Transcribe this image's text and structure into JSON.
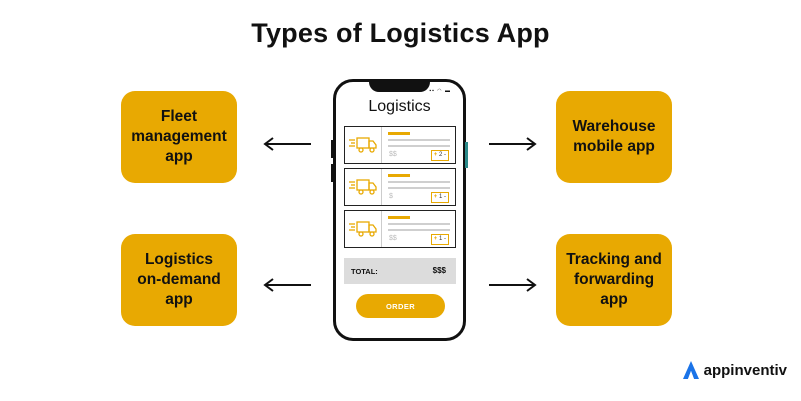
{
  "title": "Types of Logistics App",
  "boxes": {
    "fleet": "Fleet\nmanagement\napp",
    "ondemand": "Logistics\non-demand\napp",
    "warehouse": "Warehouse\nmobile app",
    "tracking": "Tracking and\nforwarding\napp"
  },
  "phone": {
    "screen_title": "Logistics",
    "items": [
      {
        "price": "$$",
        "qty_plus": "+",
        "qty": "2",
        "qty_minus": "-"
      },
      {
        "price": "$",
        "qty_plus": "+",
        "qty": "1",
        "qty_minus": "-"
      },
      {
        "price": "$$",
        "qty_plus": "+",
        "qty": "1",
        "qty_minus": "-"
      }
    ],
    "total_label": "TOTAL:",
    "total_value": "$$$",
    "order_button": "ORDER"
  },
  "brand": {
    "name": "appinventiv",
    "icon": "appinventiv-logo-icon"
  },
  "colors": {
    "accent": "#E8A902",
    "text": "#111111",
    "total_bg": "#dcdcdc"
  }
}
